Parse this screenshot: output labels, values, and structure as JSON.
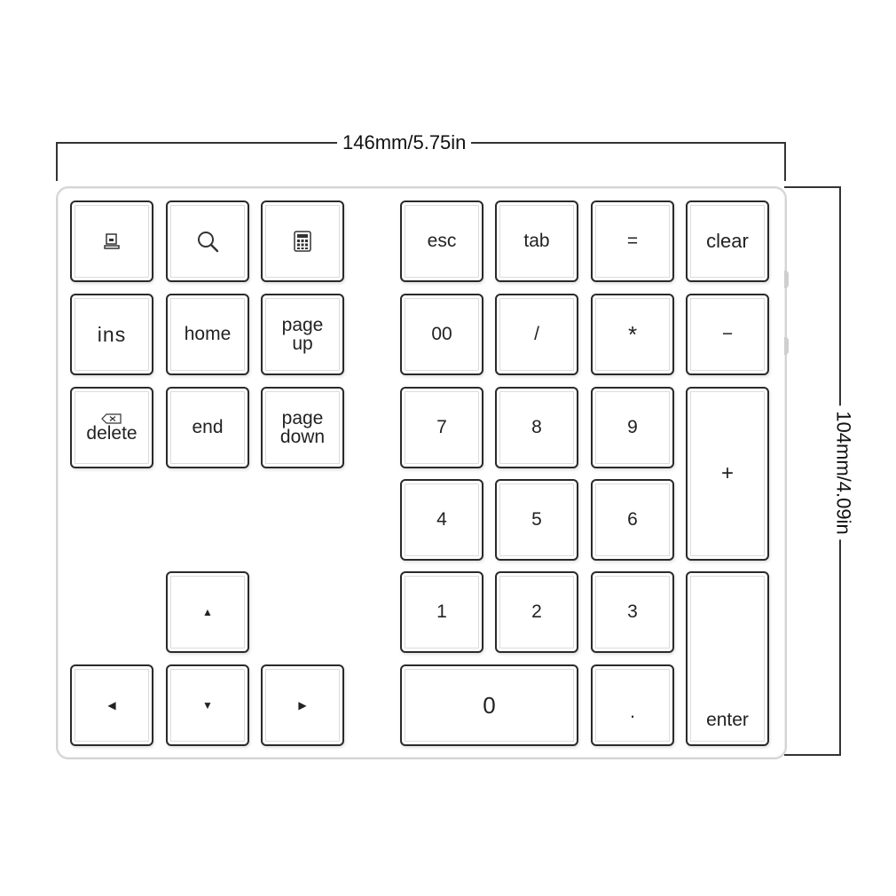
{
  "dimensions": {
    "width_label": "146mm/5.75in",
    "height_label": "104mm/4.09in"
  },
  "keys": {
    "screenshot_icon": "screenshot-icon",
    "search_icon": "search-icon",
    "calculator_icon": "calculator-icon",
    "esc": "esc",
    "tab": "tab",
    "equals": "=",
    "clear": "clear",
    "ins": "ins",
    "home": "home",
    "page_up_1": "page",
    "page_up_2": "up",
    "n00": "00",
    "slash": "/",
    "asterisk": "*",
    "minus": "−",
    "delete": "delete",
    "delete_icon": "backspace-icon",
    "end": "end",
    "page_down_1": "page",
    "page_down_2": "down",
    "n7": "7",
    "n8": "8",
    "n9": "9",
    "plus": "+",
    "n4": "4",
    "n5": "5",
    "n6": "6",
    "arrow_up": "▲",
    "n1": "1",
    "n2": "2",
    "n3": "3",
    "enter": "enter",
    "arrow_left": "◀",
    "arrow_down": "▼",
    "arrow_right": "▶",
    "n0": "0",
    "dot": "."
  }
}
